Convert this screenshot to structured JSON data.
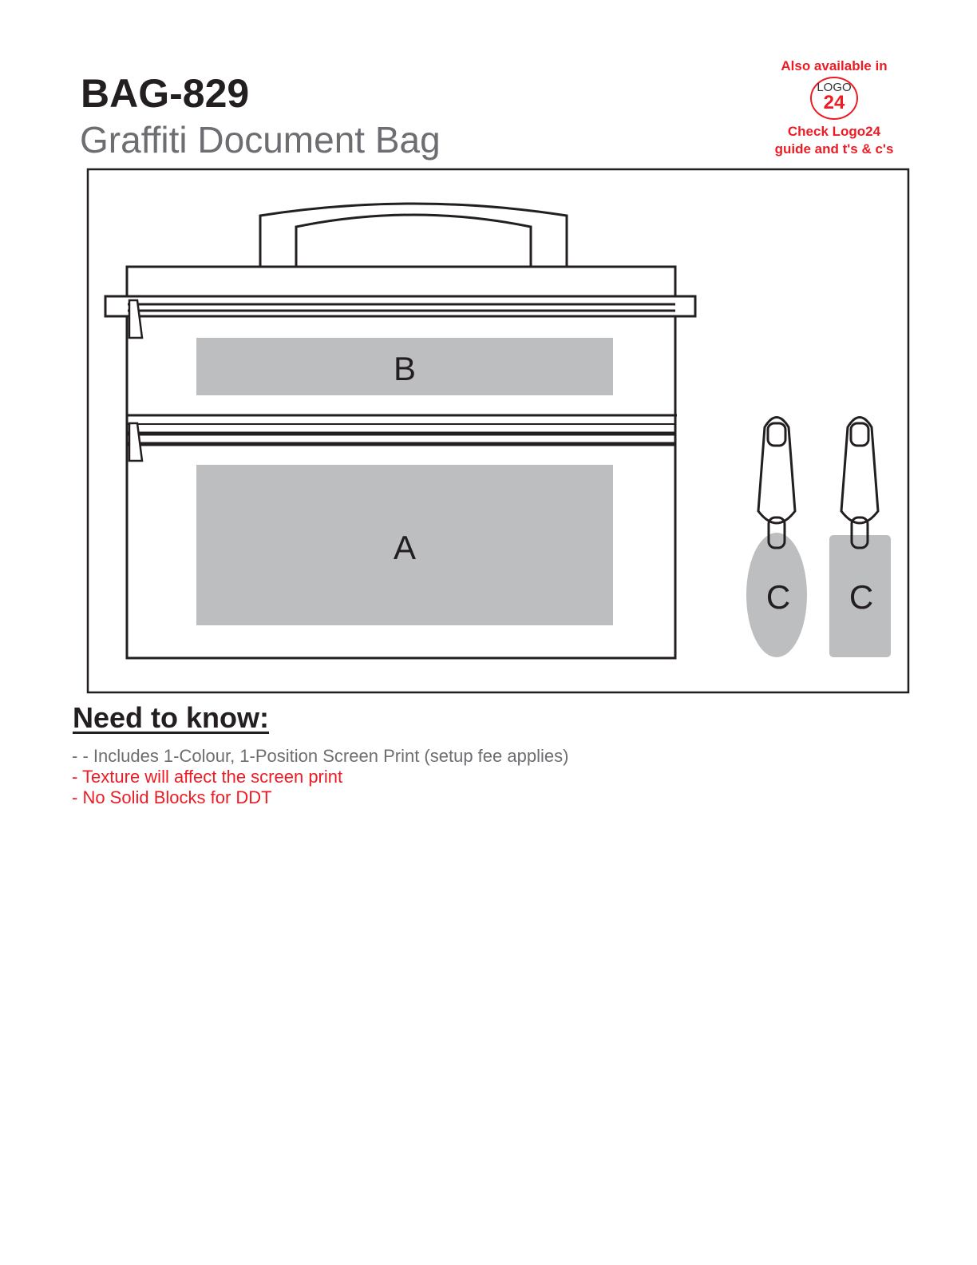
{
  "product": {
    "code": "BAG-829",
    "name": "Graffiti Document Bag"
  },
  "badge": {
    "line1": "Also available in",
    "logo_top": "LOGO",
    "logo_bottom": "24",
    "line2": "Check Logo24",
    "line3": "guide and t's & c's"
  },
  "drawing": {
    "area_a": "A",
    "area_b": "B",
    "area_c1": "C",
    "area_c2": "C",
    "print_area_color": "#bcbec0"
  },
  "need_to_know": {
    "heading": "Need to know:",
    "items": [
      "- - Includes 1-Colour, 1-Position Screen Print (setup fee applies)",
      "- Texture will affect the screen print",
      "- No Solid Blocks for DDT"
    ]
  }
}
